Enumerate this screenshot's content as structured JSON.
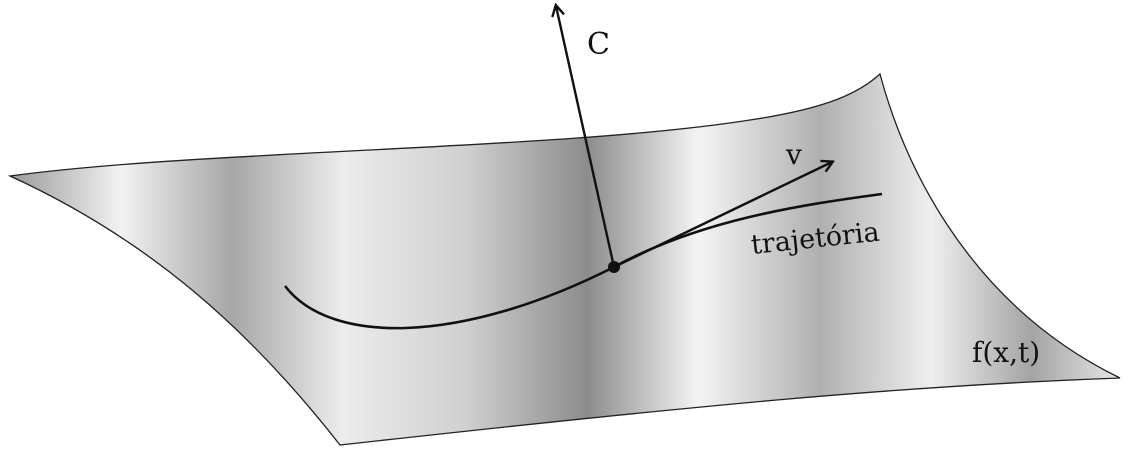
{
  "labels": {
    "surface": "f(x,t)",
    "trajectory": "trajetória",
    "velocity_vector": "v",
    "normal_vector": "C"
  },
  "colors": {
    "ink": "#111111",
    "surface_light": "#f7f7f7",
    "surface_dark": "#8e8e8e",
    "background": "#ffffff"
  }
}
